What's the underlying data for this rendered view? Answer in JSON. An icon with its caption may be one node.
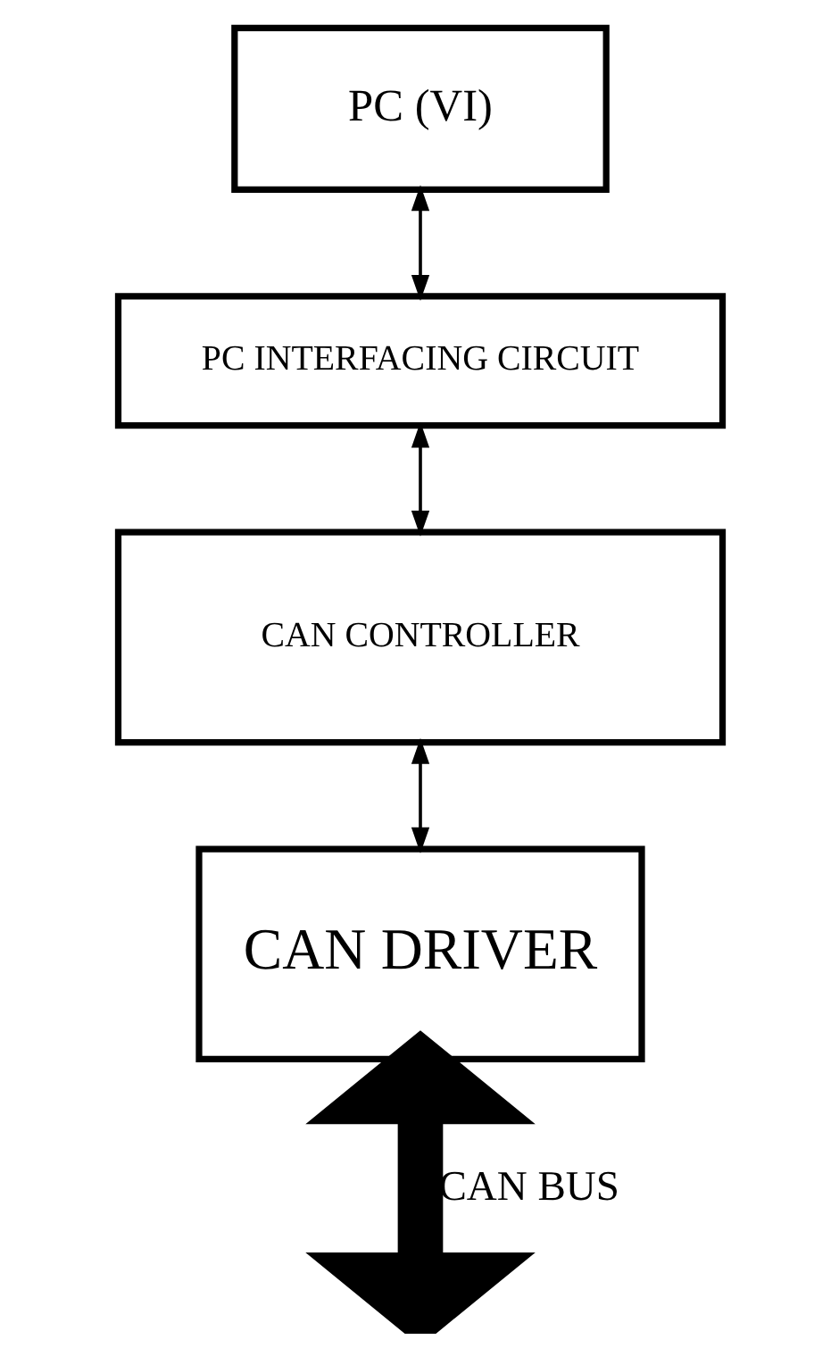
{
  "diagram": {
    "nodes": [
      {
        "text": [
          "PC (VI)"
        ]
      },
      {
        "text": [
          "PC INTERFACING CIRCUIT"
        ]
      },
      {
        "text": [
          "CAN CONTROLLER"
        ]
      },
      {
        "text": [
          "CAN DRIVER"
        ]
      }
    ],
    "edges": [
      {
        "from": 0,
        "to": 1,
        "arrow": "both"
      },
      {
        "from": 1,
        "to": 2,
        "arrow": "both"
      },
      {
        "from": 2,
        "to": 3,
        "arrow": "both"
      },
      {
        "from": 3,
        "to": null,
        "arrow": "both",
        "style": "thick",
        "label": "CAN BUS"
      }
    ]
  }
}
